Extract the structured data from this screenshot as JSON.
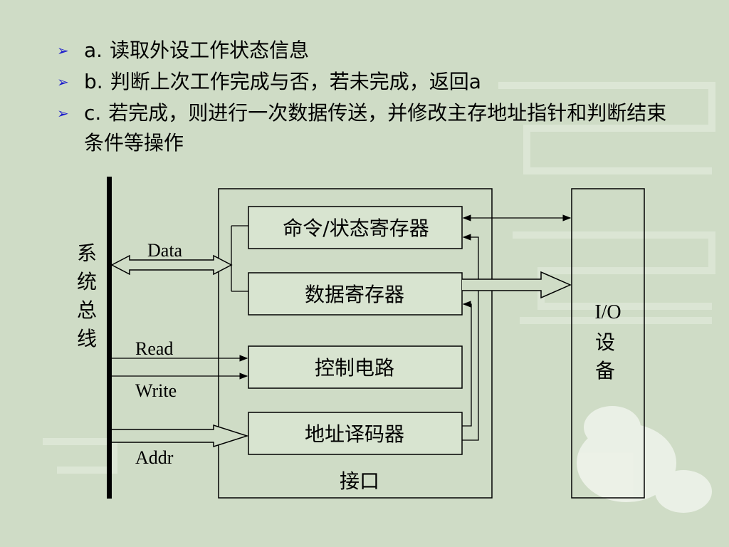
{
  "bullets": [
    {
      "marker": "a.",
      "text": "读取外设工作状态信息"
    },
    {
      "marker": "b.",
      "text": "判断上次工作完成与否，若未完成，返回a"
    },
    {
      "marker": "c.",
      "text": "若完成，则进行一次数据传送，并修改主存地址指针和判断结束条件等操作"
    }
  ],
  "diagram": {
    "bus_label": [
      "系",
      "统",
      "总",
      "线"
    ],
    "signals": {
      "data": "Data",
      "read": "Read",
      "write": "Write",
      "addr": "Addr"
    },
    "registers": {
      "command_status": "命令/状态寄存器",
      "data": "数据寄存器",
      "control": "控制电路",
      "address_decoder": "地址译码器"
    },
    "interface_label": "接口",
    "io_label": [
      "I/O",
      "设",
      "备"
    ]
  },
  "colors": {
    "background": "#cfdcc6",
    "bullet_arrow": "#1a1acc",
    "box_fill": "#d8e4d0"
  }
}
